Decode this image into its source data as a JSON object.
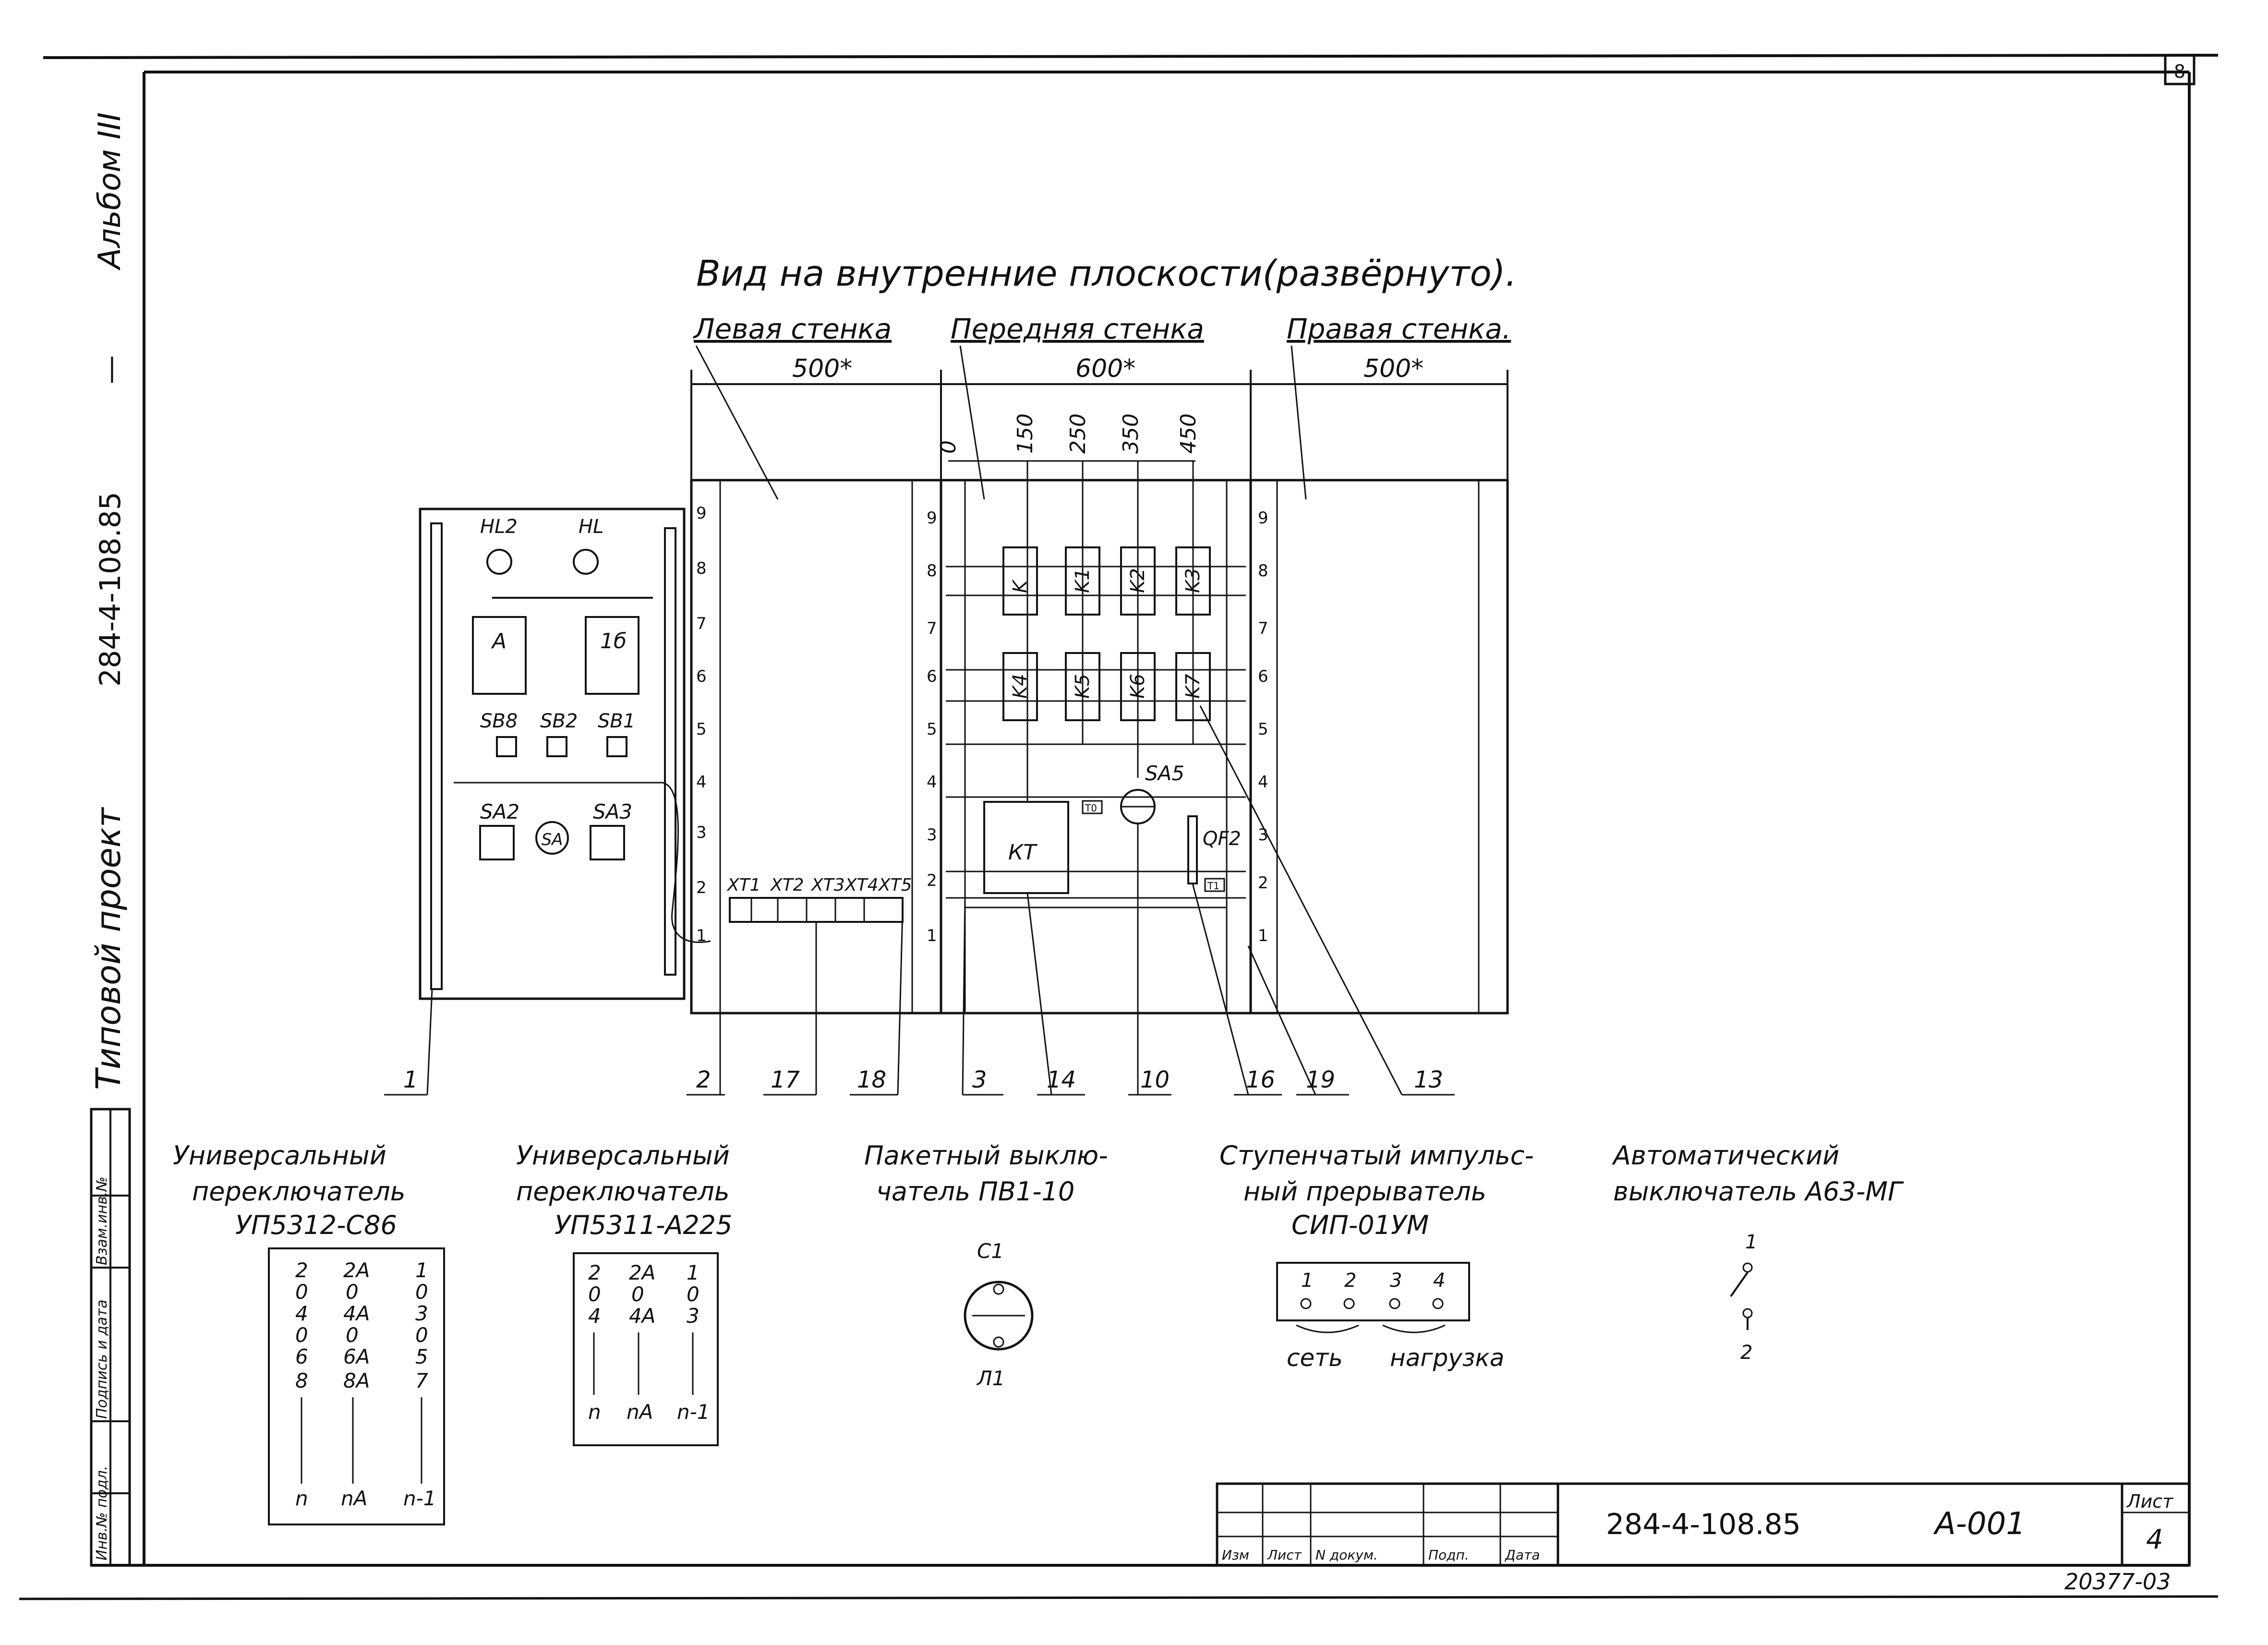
{
  "frame": {
    "left_margin": {
      "album": "Альбом III",
      "project_code": "284-4-108.85",
      "dash": "—",
      "project_type": "Типовой проект"
    },
    "left_stamp": [
      "Инв.№ подл.",
      "Подпись и дата",
      "Взам.инв.№"
    ],
    "corner_number": "8"
  },
  "drawing": {
    "title": "Вид на внутренние плоскости(развёрнуто).",
    "walls": {
      "left": {
        "label": "Левая стенка",
        "dim": "500*"
      },
      "front": {
        "label": "Передняя стенка",
        "dim": "600*"
      },
      "right": {
        "label": "Правая стенка.",
        "dim": "500*"
      }
    },
    "front_dims": [
      "0",
      "150",
      "250",
      "350",
      "450"
    ],
    "ruler_numbers": [
      "9",
      "8",
      "7",
      "6",
      "5",
      "4",
      "3",
      "2",
      "1"
    ],
    "door": {
      "lamps": [
        "HL2",
        "HL"
      ],
      "meters": [
        "A",
        "1б"
      ],
      "buttons": [
        "SB8",
        "SB2",
        "SB1"
      ],
      "switches": [
        "SA2",
        "SA",
        "SA3"
      ]
    },
    "terminals": [
      "XT1",
      "XT2",
      "XT3",
      "XT4",
      "XT5"
    ],
    "relays_top": [
      "K",
      "K1",
      "K2",
      "K3"
    ],
    "relays_bottom": [
      "K4",
      "K5",
      "K6",
      "K7"
    ],
    "timer": "КТ",
    "switch_sa5": "SA5",
    "breaker_qf": "QF2",
    "small_labels": [
      "T0",
      "T1"
    ],
    "callouts": [
      "1",
      "2",
      "17",
      "18",
      "3",
      "14",
      "10",
      "16",
      "19",
      "13"
    ]
  },
  "legend": [
    {
      "title": [
        "Универсальный",
        "переключатель",
        "УП5312-С86"
      ],
      "rows": [
        [
          "2",
          "2A",
          "1"
        ],
        [
          "0",
          "0",
          "0"
        ],
        [
          "4",
          "4A",
          "3"
        ],
        [
          "0",
          "0",
          "0"
        ],
        [
          "6",
          "6A",
          "5"
        ],
        [
          "8",
          "8A",
          "7"
        ],
        [
          "n",
          "nA",
          "n-1"
        ]
      ]
    },
    {
      "title": [
        "Универсальный",
        "переключатель",
        "УП5311-А225"
      ],
      "rows": [
        [
          "2",
          "2A",
          "1"
        ],
        [
          "0",
          "0",
          "0"
        ],
        [
          "4",
          "4A",
          "3"
        ],
        [
          "n",
          "nA",
          "n-1"
        ]
      ]
    },
    {
      "title": [
        "Пакетный выклю-",
        "чатель ПВ1-10"
      ],
      "symbol_labels": [
        "С1",
        "Л1"
      ]
    },
    {
      "title": [
        "Ступенчатый импульс-",
        "ный прерыватель",
        "СИП-01УМ"
      ],
      "contacts": [
        "1",
        "2",
        "3",
        "4"
      ],
      "groups": [
        "сеть",
        "нагрузка"
      ]
    },
    {
      "title": [
        "Автоматический",
        "выключатель А63-МГ"
      ],
      "contacts": [
        "1",
        "2"
      ]
    }
  ],
  "title_block": {
    "columns": [
      "Изм",
      "Лист",
      "N докум.",
      "Подп.",
      "Дата"
    ],
    "designation": "284-4-108.85",
    "doc_code": "А-001",
    "sheet_label": "Лист",
    "sheet_number": "4",
    "archive_number": "20377-03"
  }
}
